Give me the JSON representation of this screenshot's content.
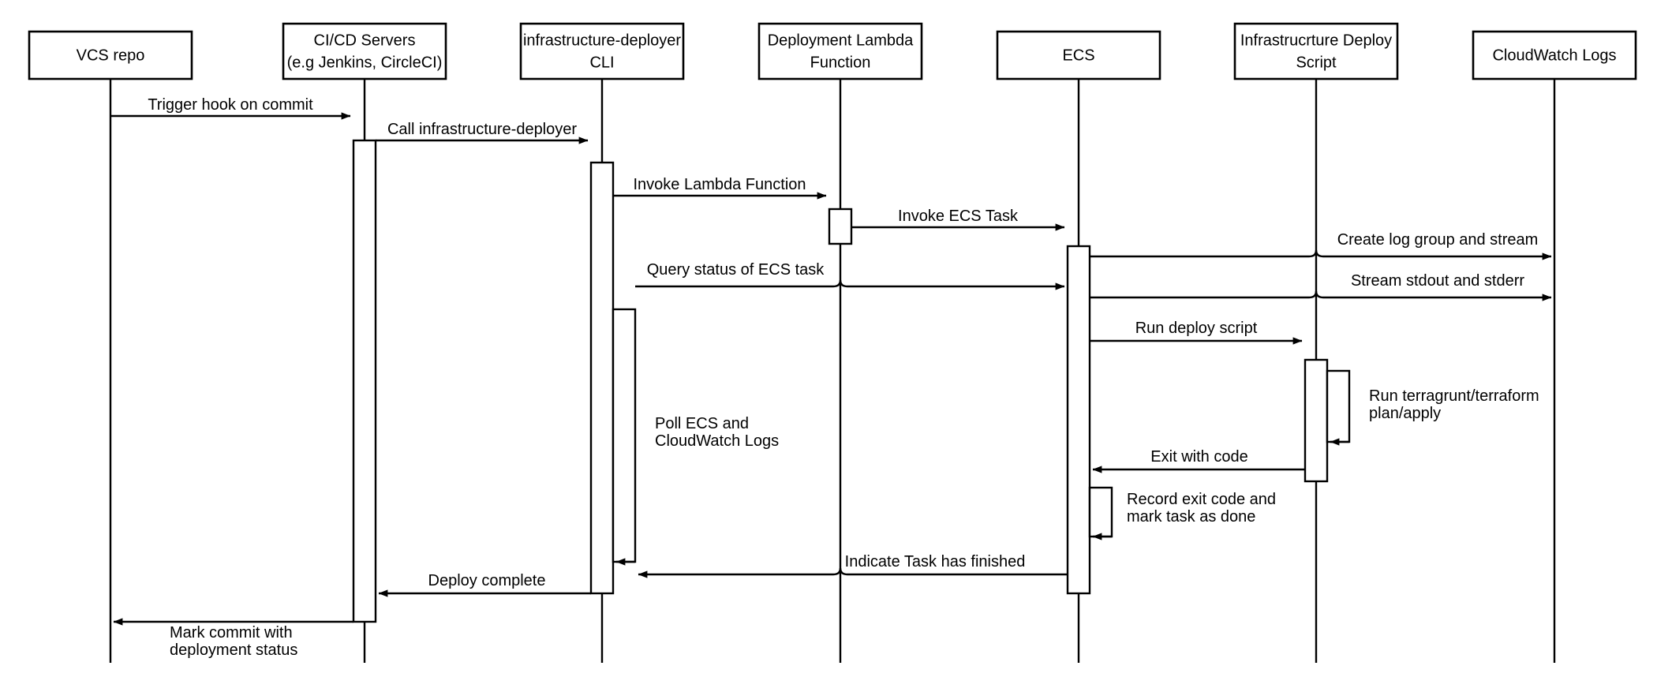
{
  "diagram": {
    "type": "uml-sequence-diagram",
    "title": "Infrastructure deployment sequence",
    "background_color": "#ffffff",
    "line_color": "#000000",
    "text_color": "#000000",
    "participants": [
      {
        "id": "vcs",
        "label": "VCS repo",
        "lines": [
          "VCS repo"
        ]
      },
      {
        "id": "cicd",
        "label": "CI/CD Servers (e.g Jenkins, CircleCI)",
        "lines": [
          "CI/CD Servers",
          "(e.g Jenkins, CircleCI)"
        ]
      },
      {
        "id": "cli",
        "label": "infrastructure-deployer CLI",
        "lines": [
          "infrastructure-deployer",
          "CLI"
        ]
      },
      {
        "id": "lambda",
        "label": "Deployment Lambda Function",
        "lines": [
          "Deployment Lambda",
          "Function"
        ]
      },
      {
        "id": "ecs",
        "label": "ECS",
        "lines": [
          "ECS"
        ]
      },
      {
        "id": "script",
        "label": "Infrastrucrture Deploy Script",
        "lines": [
          "Infrastrucrture Deploy",
          "Script"
        ]
      },
      {
        "id": "cwlogs",
        "label": "CloudWatch Logs",
        "lines": [
          "CloudWatch Logs"
        ]
      }
    ],
    "messages": [
      {
        "id": "m1",
        "label": "Trigger hook on commit",
        "from": "vcs",
        "to": "cicd",
        "direction": "right",
        "lines": [
          "Trigger hook on commit"
        ]
      },
      {
        "id": "m2",
        "label": "Call infrastructure-deployer",
        "from": "cicd",
        "to": "cli",
        "direction": "right",
        "lines": [
          "Call infrastructure-deployer"
        ]
      },
      {
        "id": "m3",
        "label": "Invoke Lambda Function",
        "from": "cli",
        "to": "lambda",
        "direction": "right",
        "lines": [
          "Invoke Lambda Function"
        ]
      },
      {
        "id": "m4",
        "label": "Invoke ECS Task",
        "from": "lambda",
        "to": "ecs",
        "direction": "right",
        "lines": [
          "Invoke ECS Task"
        ]
      },
      {
        "id": "m5",
        "label": "Create log group and stream",
        "from": "ecs",
        "to": "cwlogs",
        "direction": "right",
        "lines": [
          "Create log group and stream"
        ]
      },
      {
        "id": "m6",
        "label": "Query status of ECS task",
        "from": "cli",
        "to": "ecs",
        "direction": "right",
        "lines": [
          "Query status of ECS task"
        ]
      },
      {
        "id": "m7",
        "label": "Stream stdout and stderr",
        "from": "ecs",
        "to": "cwlogs",
        "direction": "right",
        "lines": [
          "Stream stdout and stderr"
        ]
      },
      {
        "id": "m8",
        "label": "Run deploy script",
        "from": "ecs",
        "to": "script",
        "direction": "right",
        "lines": [
          "Run deploy script"
        ]
      },
      {
        "id": "m9",
        "label": "Poll ECS and CloudWatch Logs",
        "from": "cli",
        "to": "cli",
        "direction": "self",
        "lines": [
          "Poll ECS and",
          "CloudWatch Logs"
        ]
      },
      {
        "id": "m10",
        "label": "Run terragrunt/terraform plan/apply",
        "from": "script",
        "to": "script",
        "direction": "self",
        "lines": [
          "Run terragrunt/terraform",
          "plan/apply"
        ]
      },
      {
        "id": "m11",
        "label": "Exit with code",
        "from": "script",
        "to": "ecs",
        "direction": "left",
        "lines": [
          "Exit with code"
        ]
      },
      {
        "id": "m12",
        "label": "Record exit code and mark task as done",
        "from": "ecs",
        "to": "ecs",
        "direction": "self",
        "lines": [
          "Record exit code and",
          "mark task as done"
        ]
      },
      {
        "id": "m13",
        "label": "Indicate Task has finished",
        "from": "ecs",
        "to": "cli",
        "direction": "left",
        "lines": [
          "Indicate Task has finished"
        ]
      },
      {
        "id": "m14",
        "label": "Deploy complete",
        "from": "cli",
        "to": "cicd",
        "direction": "left",
        "lines": [
          "Deploy complete"
        ]
      },
      {
        "id": "m15",
        "label": "Mark commit with deployment status",
        "from": "cicd",
        "to": "vcs",
        "direction": "left",
        "lines": [
          "Mark commit with",
          "deployment status"
        ]
      }
    ]
  }
}
